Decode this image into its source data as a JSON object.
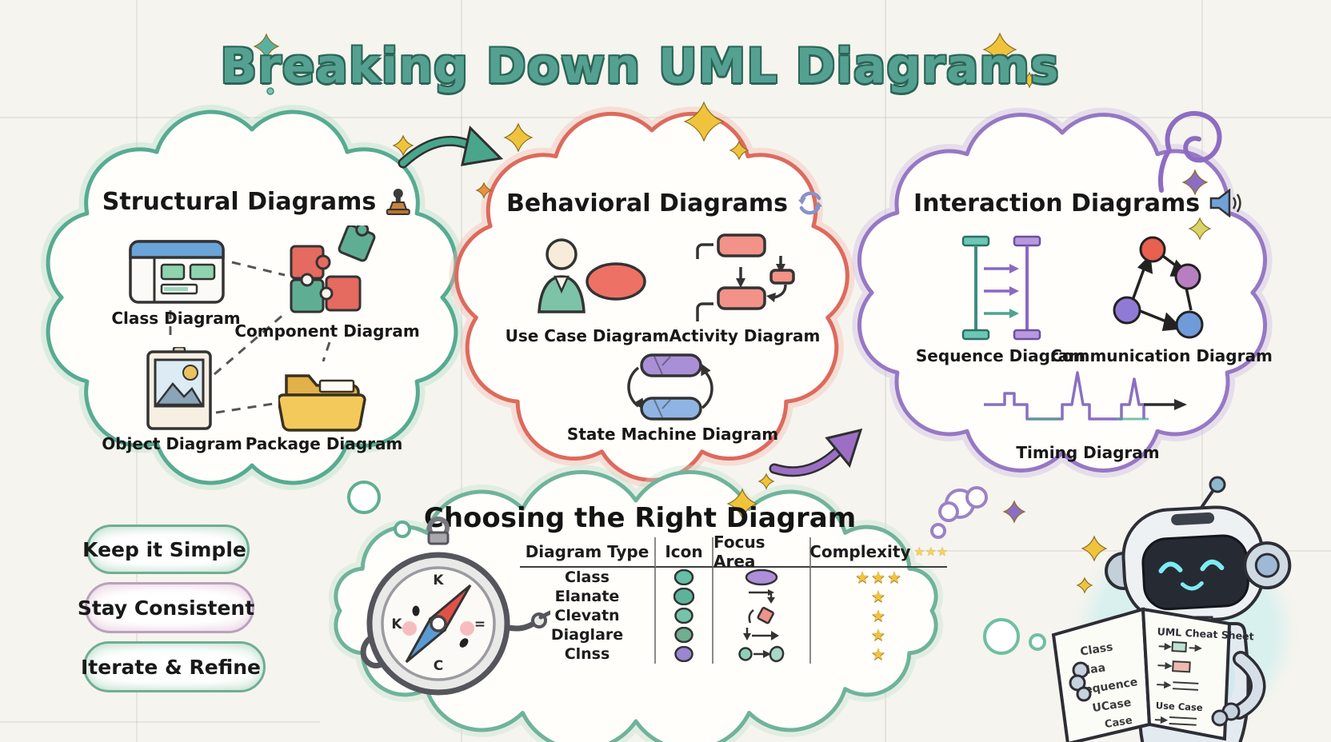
{
  "title": "Breaking Down UML Diagrams",
  "clouds": {
    "structural": {
      "heading": "Structural Diagrams",
      "items": [
        {
          "label": "Class Diagram"
        },
        {
          "label": "Component Diagram"
        },
        {
          "label": "Object Diagram"
        },
        {
          "label": "Package Diagram"
        }
      ]
    },
    "behavioral": {
      "heading": "Behavioral Diagrams",
      "items": [
        {
          "label": "Use Case Diagram"
        },
        {
          "label": "Activity Diagram"
        },
        {
          "label": "State Machine Diagram"
        }
      ]
    },
    "interaction": {
      "heading": "Interaction Diagrams",
      "items": [
        {
          "label": "Sequence Diagram"
        },
        {
          "label": "Communication Diagram"
        },
        {
          "label": "Timing Diagram"
        }
      ]
    }
  },
  "tips": [
    {
      "label": "Keep it Simple"
    },
    {
      "label": "Stay Consistent"
    },
    {
      "label": "Iterate & Refine"
    }
  ],
  "chooser": {
    "heading": "Choosing the Right Diagram",
    "table": {
      "col_diagram_type": "Diagram Type",
      "col_icon": "Icon",
      "col_focus_area": "Focus Area",
      "col_complexity": "Complexity",
      "header_stars": "★★★",
      "rows": [
        {
          "type": "Class",
          "stars": "★★★"
        },
        {
          "type": "Elanate",
          "stars": "★"
        },
        {
          "type": "Clevatn",
          "stars": "★"
        },
        {
          "type": "Diaglare",
          "stars": "★"
        },
        {
          "type": "Clnss",
          "stars": "★"
        }
      ]
    },
    "compass": {
      "top": "K",
      "right": "=",
      "bottom": "C",
      "left": "K"
    }
  },
  "robot": {
    "book_title": "UML Cheat Sheet",
    "left_page_lines": [
      "Class",
      "Claa",
      "Sequence",
      "UCase",
      "Case"
    ],
    "right_page_label": "Use Case"
  },
  "colors": {
    "structural_accent": "#57ab91",
    "behavioral_accent": "#dd6a5d",
    "interaction_accent": "#9678c4",
    "chooser_accent": "#6fb39a",
    "title_color": "#55a191",
    "star_gold": "#f2c23e"
  }
}
